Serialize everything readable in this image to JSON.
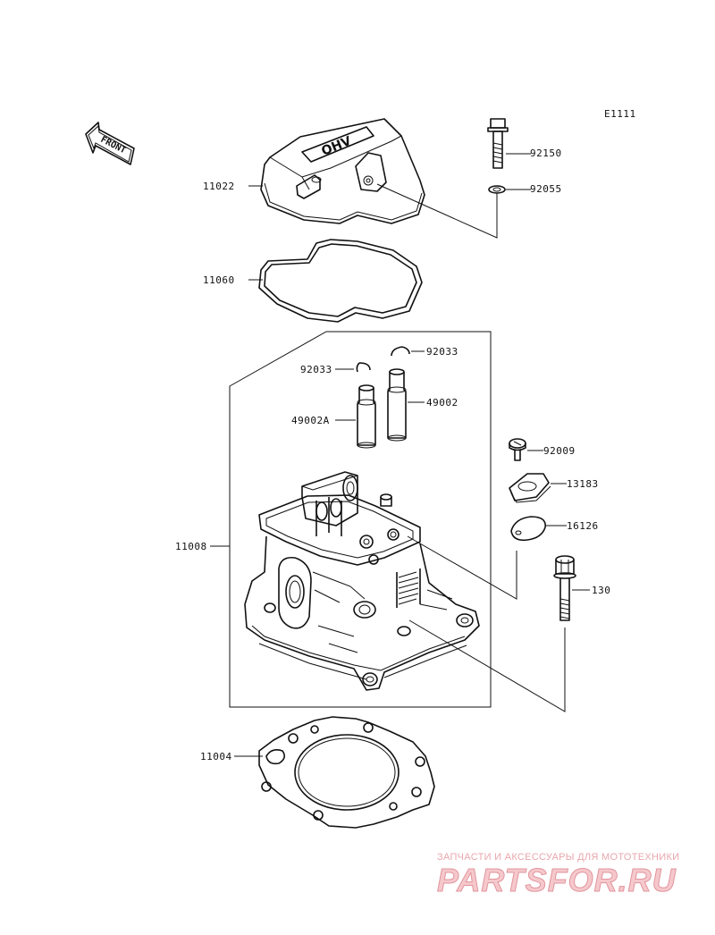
{
  "diagram": {
    "ref_code": "E1111",
    "front_label": "FRONT",
    "cover_lettering": "OHV",
    "parts": [
      {
        "id": "p11022",
        "number": "11022"
      },
      {
        "id": "p92150",
        "number": "92150"
      },
      {
        "id": "p92055",
        "number": "92055"
      },
      {
        "id": "p11060",
        "number": "11060"
      },
      {
        "id": "p92033a",
        "number": "92033"
      },
      {
        "id": "p92033b",
        "number": "92033"
      },
      {
        "id": "p49002",
        "number": "49002"
      },
      {
        "id": "p49002A",
        "number": "49002A"
      },
      {
        "id": "p92009",
        "number": "92009"
      },
      {
        "id": "p13183",
        "number": "13183"
      },
      {
        "id": "p16126",
        "number": "16126"
      },
      {
        "id": "p130",
        "number": "130"
      },
      {
        "id": "p11008",
        "number": "11008"
      },
      {
        "id": "p11004",
        "number": "11004"
      }
    ]
  },
  "watermark": {
    "tagline": "ЗАПЧАСТИ И АКСЕССУАРЫ ДЛЯ МОТОТЕХНИКИ",
    "brand": "PARTSFOR.RU",
    "color": "#e8a7ad"
  }
}
